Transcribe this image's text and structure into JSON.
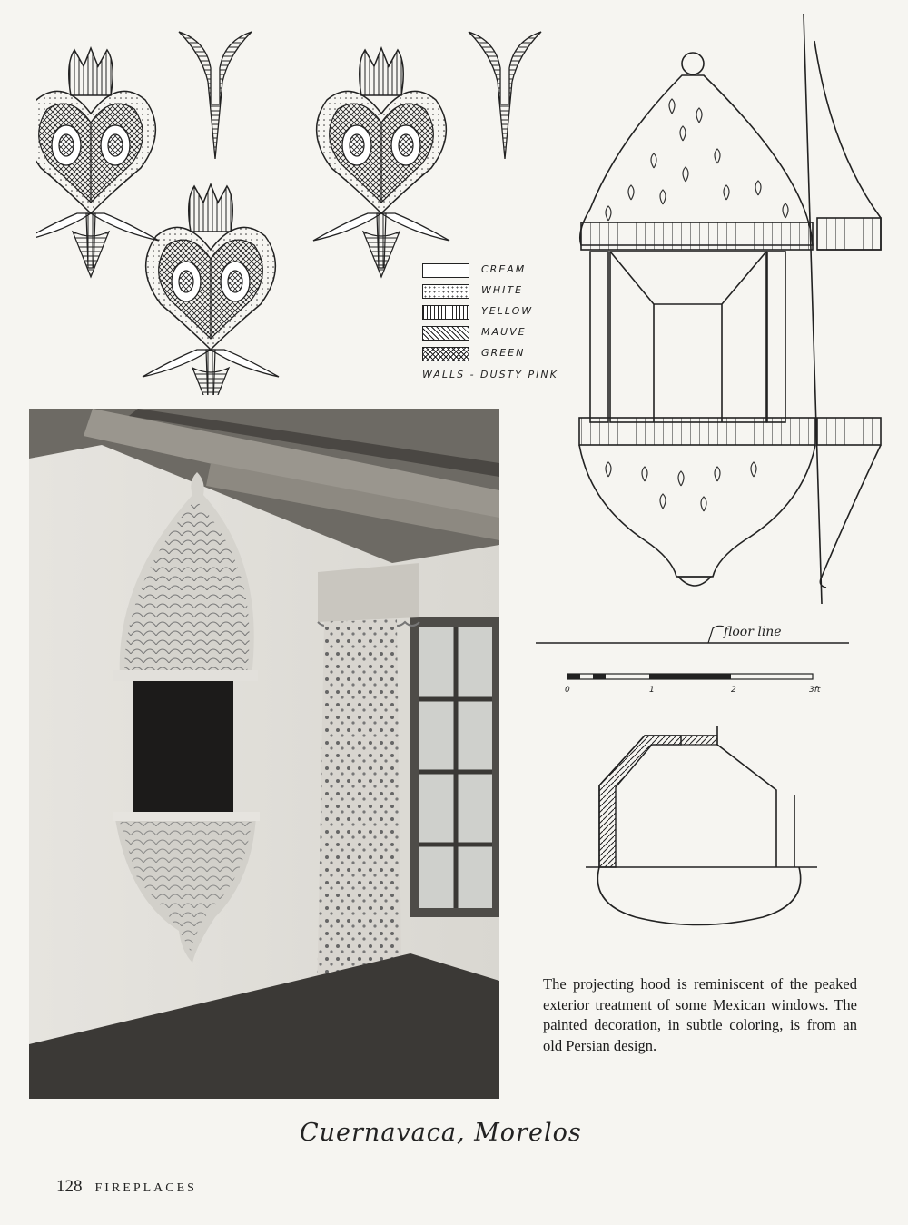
{
  "legend": {
    "items": [
      {
        "label": "CREAM",
        "swatch": "cream"
      },
      {
        "label": "WHITE",
        "swatch": "white"
      },
      {
        "label": "YELLOW",
        "swatch": "yellow"
      },
      {
        "label": "MAUVE",
        "swatch": "mauve"
      },
      {
        "label": "GREEN",
        "swatch": "green"
      }
    ],
    "walls": "WALLS - DUSTY PINK"
  },
  "elevation": {
    "floor_label": "floor line",
    "scale_labels": [
      "0",
      "1",
      "2",
      "3ft"
    ]
  },
  "caption": "The projecting hood is reminiscent of the peaked exterior treatment of some Mexican windows. The painted decoration, in subtle coloring, is from an old Persian design.",
  "place": "Cuernavaca, Morelos",
  "footer": {
    "page_number": "128",
    "section": "FIREPLACES"
  }
}
